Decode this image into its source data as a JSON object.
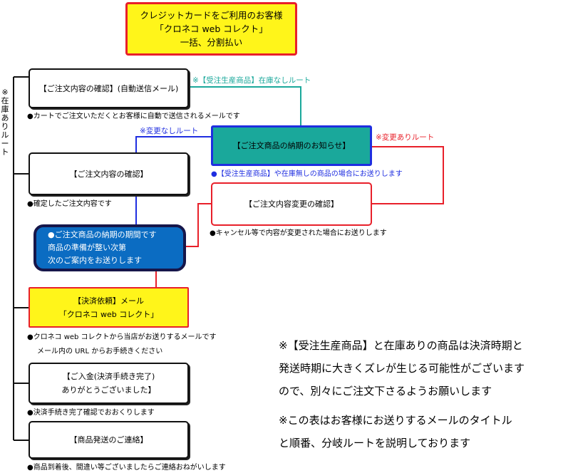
{
  "title": {
    "line1": "クレジットカードをご利用のお客様",
    "line2": "「クロネコ web コレクト」",
    "line3": "一括、分割払い"
  },
  "side_label": [
    "※",
    "在",
    "庫",
    "あ",
    "り",
    "ル",
    "ー",
    "ト"
  ],
  "nodes": {
    "confirm_auto": {
      "label": "【ご注文内容の確認】(自動送信メール)",
      "note": "●カートでご注文いただくとお客様に自動で送信されるメールです"
    },
    "confirm": {
      "label": "【ご注文内容の確認】",
      "note": "●確定したご注文内容です"
    },
    "delivery_notice": {
      "label": "【ご注文商品の納期のお知らせ】",
      "note": "●【受注生産商品】や在庫無しの商品の場合にお送りします"
    },
    "change_confirm": {
      "label": "【ご注文内容変更の確認】",
      "note": "●キャンセル等で内容が変更された場合にお送りします"
    },
    "period_info": {
      "line1": "●ご注文商品の納期の期間です",
      "line2": "商品の準備が整い次第",
      "line3": "次のご案内をお送りします"
    },
    "payment_request": {
      "line1": "【決済依頼】メール",
      "line2": "「クロネコ web コレクト」",
      "note1": "●クロネコ web コレクトから当店がお送りするメールです",
      "note2": "メール内の URL からお手続きください"
    },
    "payment_done": {
      "line1": "【ご入金(決済手続き完了)",
      "line2": "ありがとうございました】",
      "note": "●決済手続き完了確認でおおくりします"
    },
    "shipping": {
      "label": "【商品発送のご連絡】",
      "note": "●商品到着後、間違い等ございましたらご連絡おねがいします"
    }
  },
  "route_labels": {
    "made_to_order": "※【受注生産商品】在庫なしルート",
    "no_change": "※変更なしルート",
    "with_change": "※変更ありルート"
  },
  "side_notes": {
    "p1_line1": "※【受注生産商品】と在庫ありの商品は決済時期と",
    "p1_line2": "発送時期に大きくズレが生じる可能性がございます",
    "p1_line3": "ので、別々にご注文下さるようお願いします",
    "p2_line1": "※この表はお客様にお送りするメールのタイトル",
    "p2_line2": "と順番、分岐ルートを説明しております"
  },
  "colors": {
    "yellow": "#fff51a",
    "red": "#e8202a",
    "teal": "#1aa89b",
    "blue": "#1f2ee0",
    "dark_blue": "#0b6cc2"
  }
}
